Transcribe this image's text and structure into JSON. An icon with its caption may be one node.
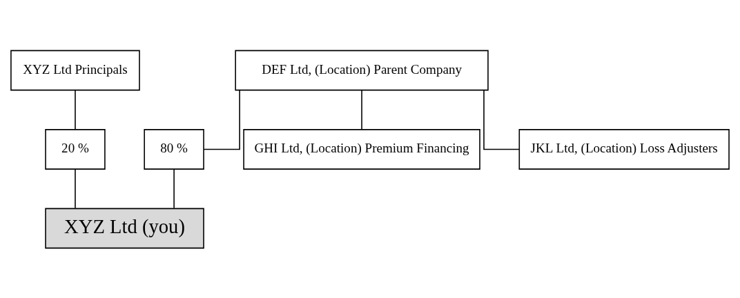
{
  "diagram": {
    "nodes": [
      {
        "text": [
          "XYZ Ltd Principals"
        ]
      },
      {
        "text": [
          "DEF Ltd, (Location) Parent Company"
        ]
      },
      {
        "text": [
          "20 %"
        ]
      },
      {
        "text": [
          "80 %"
        ]
      },
      {
        "text": [
          "XYZ Ltd (you)"
        ]
      },
      {
        "text": [
          "GHI Ltd, (Location) Premium Financing"
        ]
      },
      {
        "text": [
          "JKL Ltd, (Location) Loss Adjusters"
        ]
      }
    ],
    "edges": [
      {
        "from": 0,
        "to": 2,
        "arrow": "none"
      },
      {
        "from": 1,
        "to": 3,
        "arrow": "none"
      },
      {
        "from": 1,
        "to": 5,
        "arrow": "none"
      },
      {
        "from": 1,
        "to": 6,
        "arrow": "none"
      },
      {
        "from": 2,
        "to": 4,
        "arrow": "none"
      },
      {
        "from": 3,
        "to": 4,
        "arrow": "none"
      }
    ]
  }
}
